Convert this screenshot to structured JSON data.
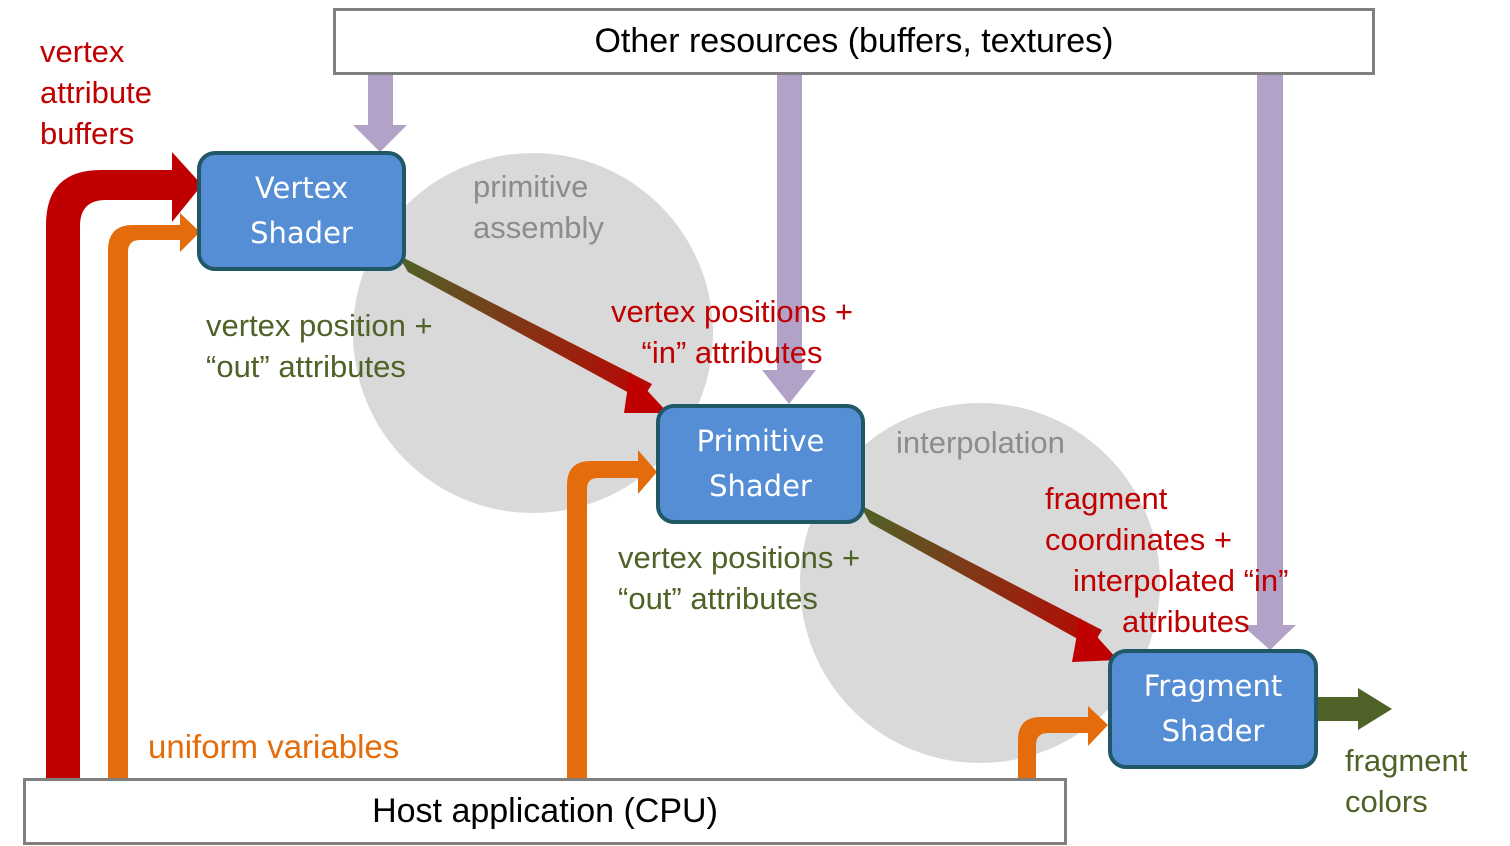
{
  "resources_box": {
    "label": "Other resources (buffers, textures)"
  },
  "host_box": {
    "label": "Host application (CPU)"
  },
  "shaders": {
    "vertex": {
      "line1": "Vertex",
      "line2": "Shader"
    },
    "primitive": {
      "line1": "Primitive",
      "line2": "Shader"
    },
    "fragment": {
      "line1": "Fragment",
      "line2": "Shader"
    }
  },
  "stages": {
    "primitive_assembly": {
      "line1": "primitive",
      "line2": "assembly"
    },
    "interpolation": {
      "label": "interpolation"
    }
  },
  "labels": {
    "vertex_attribute_buffers": [
      "vertex",
      "attribute",
      "buffers"
    ],
    "uniform_variables": "uniform variables",
    "vs_out": [
      "vertex position +",
      "“out” attributes"
    ],
    "ps_in": [
      "vertex positions +",
      "“in” attributes"
    ],
    "ps_out": [
      "vertex positions +",
      "“out” attributes"
    ],
    "fs_in": [
      "fragment",
      "coordinates +",
      "interpolated “in”",
      "attributes"
    ],
    "fs_out": [
      "fragment",
      "colors"
    ]
  },
  "colors": {
    "attribute_red": "#c00000",
    "uniform_orange": "#e46c0a",
    "resource_purple": "#b3a2c7",
    "output_green": "#4f6228",
    "shader_blue": "#558ed5",
    "shader_border": "#215868",
    "stage_gray": "#d9d9d9"
  }
}
